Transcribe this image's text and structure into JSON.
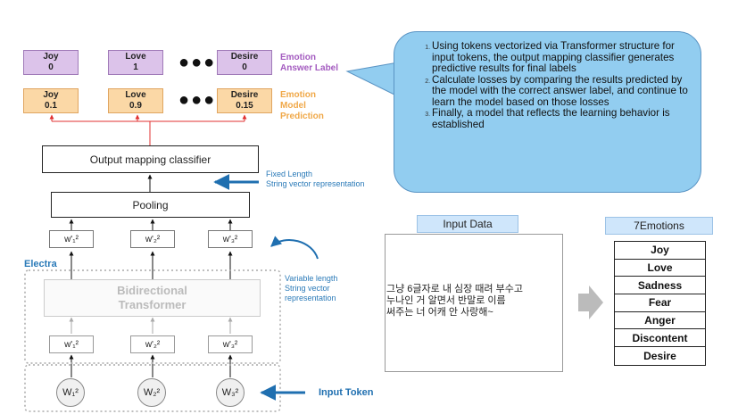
{
  "answer_labels": [
    {
      "name": "Joy",
      "value": "0"
    },
    {
      "name": "Love",
      "value": "1"
    },
    {
      "name": "Desire",
      "value": "0"
    }
  ],
  "predictions": [
    {
      "name": "Joy",
      "value": "0.1"
    },
    {
      "name": "Love",
      "value": "0.9"
    },
    {
      "name": "Desire",
      "value": "0.15"
    }
  ],
  "ellipsis": "●●●",
  "answer_label_title": [
    "Emotion",
    "Answer Label"
  ],
  "prediction_title": [
    "Emotion",
    "Model",
    "Prediction"
  ],
  "output_classifier": "Output mapping classifier",
  "fixed_length_note": [
    "Fixed Length",
    "String vector representation"
  ],
  "pooling": "Pooling",
  "electra": "Electra",
  "transformer": [
    "Bidirectional",
    "Transformer"
  ],
  "variable_length_note": [
    "Variable length",
    "String vector",
    "representation"
  ],
  "input_token_label": "Input Token",
  "top_vectors": [
    "w'₁²",
    "w'₂²",
    "w'₃²"
  ],
  "bottom_vectors": [
    "w'₁²",
    "w'₂²",
    "w'₃²"
  ],
  "tokens": [
    "W₁²",
    "W₂²",
    "W₃²"
  ],
  "callout_items": [
    "Using tokens vectorized via Transformer structure for input tokens, the output mapping classifier generates predictive results for final labels",
    "Calculate losses by comparing the results predicted by the model with the correct answer label, and continue to learn the model based on those losses",
    "Finally, a model that reflects the learning behavior is established"
  ],
  "input_data_title": "Input Data",
  "input_text": "그냥 6글자로 내 심장 때려 부수고\n누나인 거 알면서 반말로 이름\n써주는 너 어캐 안 사랑해~",
  "emotions_title": "7Emotions",
  "emotions": [
    "Joy",
    "Love",
    "Sadness",
    "Fear",
    "Anger",
    "Discontent",
    "Desire"
  ],
  "colors": {
    "answer": "#dcc3ea",
    "prediction": "#fbd8a6",
    "callout": "#92cdf0",
    "arrow_blue": "#1f6fb0",
    "arrow_red": "#e03030"
  }
}
